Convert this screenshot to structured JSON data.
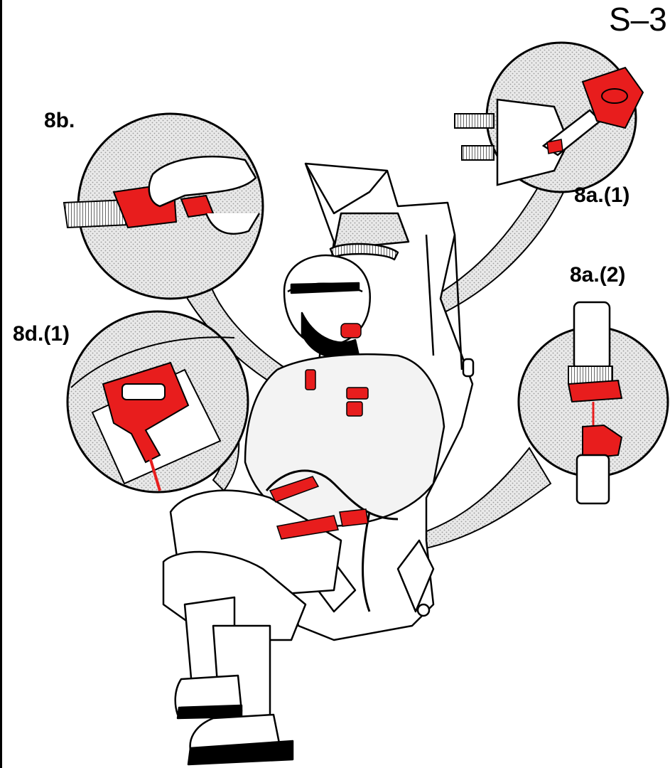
{
  "page": {
    "number": "S–3"
  },
  "callouts": {
    "c8b": "8b.",
    "c8a1": "8a.(1)",
    "c8a2": "8a.(2)",
    "c8d1": "8d.(1)"
  },
  "colors": {
    "highlight": "#e81d1d",
    "ink": "#000000",
    "stipple": "#c9c9c9",
    "paper": "#ffffff"
  }
}
